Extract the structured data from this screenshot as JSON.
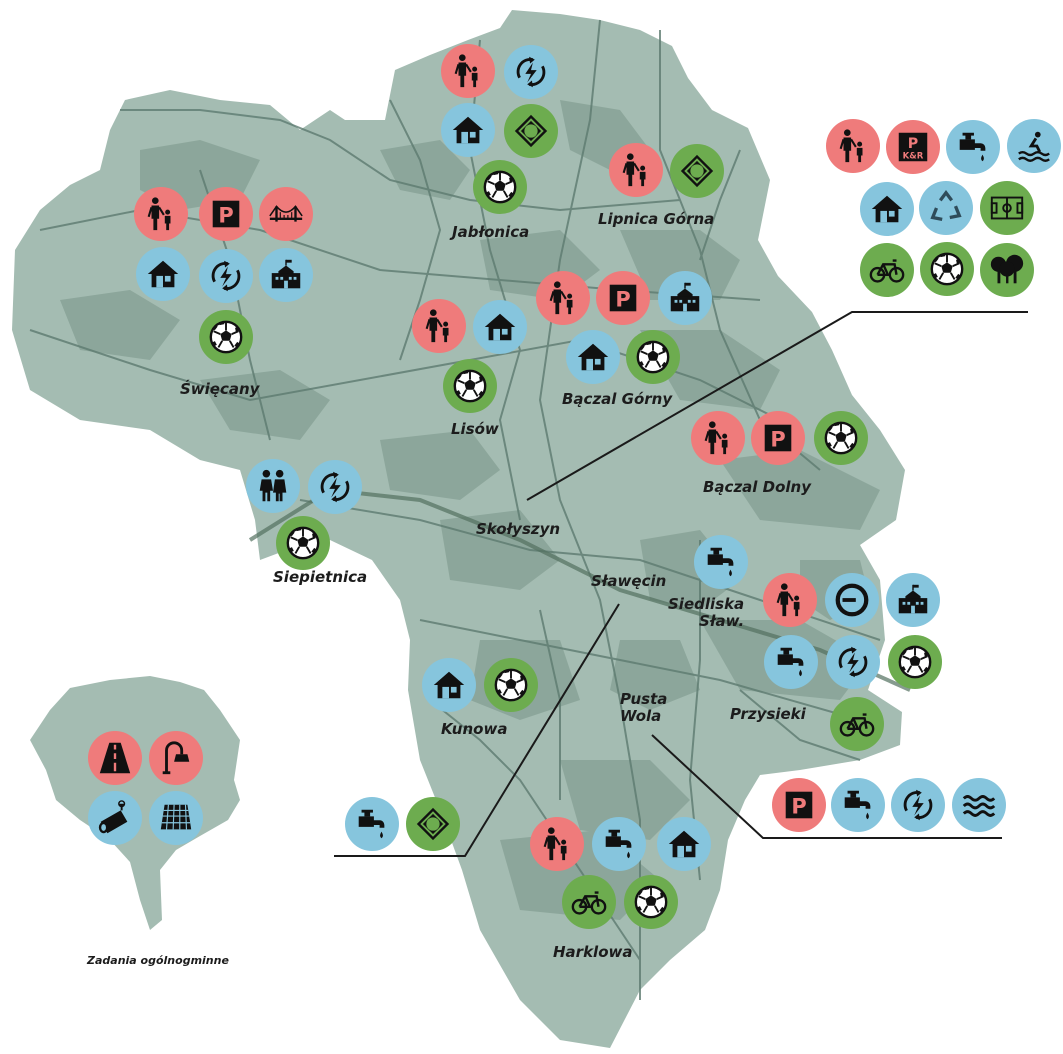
{
  "map": {
    "colors": {
      "land": "#a4bcb2",
      "built": "#8ca69b",
      "roads": "#5d7b70",
      "callout": "#1a1a1a",
      "background": "#ffffff"
    },
    "icon_palette": {
      "red": "#ef7b7b",
      "blue": "#86c5dd",
      "green": "#6dac4f"
    },
    "places": [
      {
        "id": "swiecany",
        "name": "Święcany",
        "icons": [
          {
            "type": "family",
            "color": "red"
          },
          {
            "type": "parking",
            "color": "red"
          },
          {
            "type": "bridge",
            "color": "red"
          },
          {
            "type": "house",
            "color": "blue"
          },
          {
            "type": "energy",
            "color": "blue"
          },
          {
            "type": "school",
            "color": "blue"
          },
          {
            "type": "football",
            "color": "green"
          }
        ]
      },
      {
        "id": "jablonica",
        "name": "Jabłonica",
        "icons": [
          {
            "type": "family",
            "color": "red"
          },
          {
            "type": "energy",
            "color": "blue"
          },
          {
            "type": "house",
            "color": "blue"
          },
          {
            "type": "roundabout",
            "color": "green"
          },
          {
            "type": "football",
            "color": "green"
          }
        ]
      },
      {
        "id": "lipnica",
        "name": "Lipnica Górna",
        "icons": [
          {
            "type": "family",
            "color": "red"
          },
          {
            "type": "roundabout",
            "color": "green"
          }
        ]
      },
      {
        "id": "skolyszyn",
        "name": "Skołyszyn",
        "icons": [
          {
            "type": "family",
            "color": "red"
          },
          {
            "type": "parking-kr",
            "color": "red",
            "text": "K&R"
          },
          {
            "type": "water",
            "color": "blue"
          },
          {
            "type": "pool",
            "color": "blue"
          },
          {
            "type": "house",
            "color": "blue"
          },
          {
            "type": "recycling",
            "color": "blue"
          },
          {
            "type": "pitch",
            "color": "green"
          },
          {
            "type": "bike",
            "color": "green"
          },
          {
            "type": "football",
            "color": "green"
          },
          {
            "type": "trees",
            "color": "green"
          }
        ]
      },
      {
        "id": "lisow",
        "name": "Lisów",
        "icons": [
          {
            "type": "family",
            "color": "red"
          },
          {
            "type": "house",
            "color": "blue"
          },
          {
            "type": "football",
            "color": "green"
          }
        ]
      },
      {
        "id": "baczal-gorny",
        "name": "Bączal Górny",
        "icons": [
          {
            "type": "family",
            "color": "red"
          },
          {
            "type": "parking",
            "color": "red"
          },
          {
            "type": "school",
            "color": "blue"
          },
          {
            "type": "house",
            "color": "blue"
          },
          {
            "type": "football",
            "color": "green"
          }
        ]
      },
      {
        "id": "baczal-dolny",
        "name": "Bączal Dolny",
        "icons": [
          {
            "type": "family",
            "color": "red"
          },
          {
            "type": "parking",
            "color": "red"
          },
          {
            "type": "football",
            "color": "green"
          }
        ]
      },
      {
        "id": "siepietnica",
        "name": "Siepietnica",
        "icons": [
          {
            "type": "seniors",
            "color": "blue"
          },
          {
            "type": "energy",
            "color": "blue"
          },
          {
            "type": "football",
            "color": "green"
          }
        ]
      },
      {
        "id": "slawecin",
        "name": "Sławęcin",
        "icons": [
          {
            "type": "water",
            "color": "blue"
          },
          {
            "type": "roundabout",
            "color": "green"
          }
        ]
      },
      {
        "id": "siedliska",
        "name": "Siedliska\nSław.",
        "icons": [
          {
            "type": "water",
            "color": "blue"
          },
          {
            "type": "family",
            "color": "red"
          },
          {
            "type": "circle-stop",
            "color": "blue"
          },
          {
            "type": "school",
            "color": "blue"
          }
        ]
      },
      {
        "id": "przysieki",
        "name": "Przysieki",
        "icons": [
          {
            "type": "water",
            "color": "blue"
          },
          {
            "type": "energy",
            "color": "blue"
          },
          {
            "type": "football",
            "color": "green"
          },
          {
            "type": "bike",
            "color": "green"
          }
        ]
      },
      {
        "id": "kunowa",
        "name": "Kunowa",
        "icons": [
          {
            "type": "house",
            "color": "blue"
          },
          {
            "type": "football",
            "color": "green"
          }
        ]
      },
      {
        "id": "pusta-wola",
        "name": "Pusta\nWola",
        "icons": [
          {
            "type": "parking",
            "color": "red"
          },
          {
            "type": "water",
            "color": "blue"
          },
          {
            "type": "energy",
            "color": "blue"
          },
          {
            "type": "waves",
            "color": "blue"
          }
        ]
      },
      {
        "id": "harklowa",
        "name": "Harklowa",
        "icons": [
          {
            "type": "family",
            "color": "red"
          },
          {
            "type": "water",
            "color": "blue"
          },
          {
            "type": "house",
            "color": "blue"
          },
          {
            "type": "bike",
            "color": "green"
          },
          {
            "type": "football",
            "color": "green"
          }
        ]
      },
      {
        "id": "gmina",
        "name": "Zadania ogólnogminne",
        "icons": [
          {
            "type": "road",
            "color": "red"
          },
          {
            "type": "streetlamp",
            "color": "red"
          },
          {
            "type": "pipeline",
            "color": "blue"
          },
          {
            "type": "solar",
            "color": "blue"
          }
        ]
      }
    ]
  }
}
